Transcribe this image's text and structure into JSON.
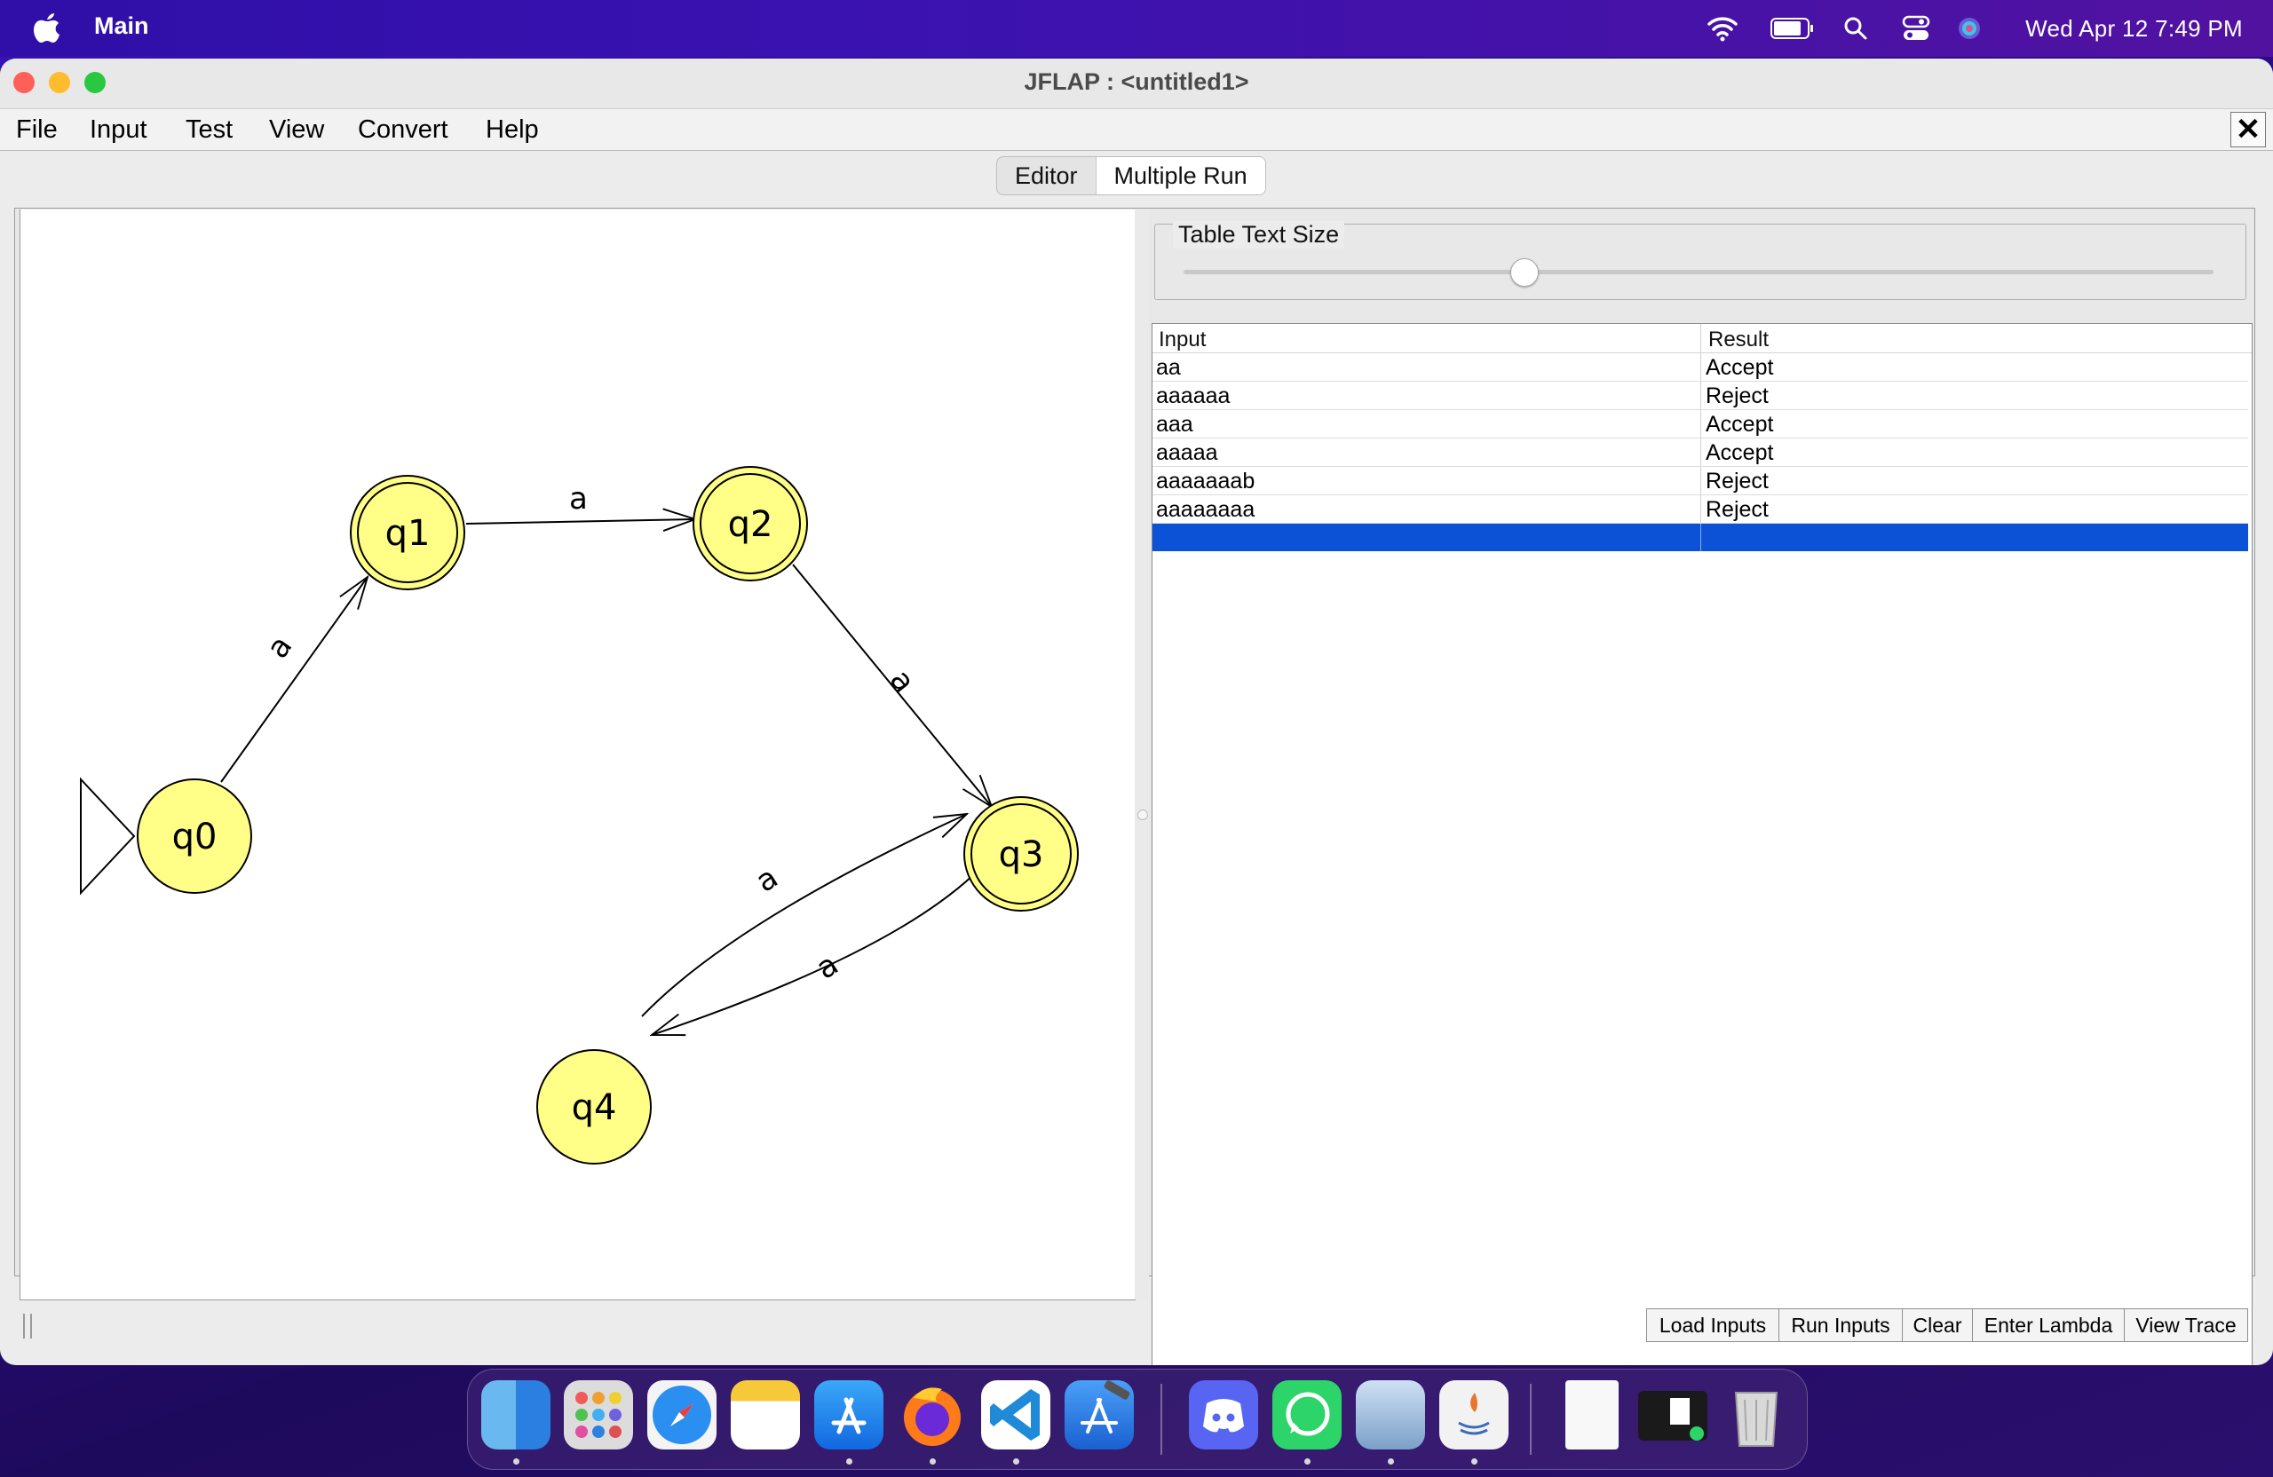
{
  "menubar": {
    "app_name": "Main",
    "clock": "Wed Apr 12  7:49 PM"
  },
  "window": {
    "title": "JFLAP : <untitled1>",
    "menu": [
      "File",
      "Input",
      "Test",
      "View",
      "Convert",
      "Help"
    ],
    "close_label": "✕"
  },
  "tabs": {
    "editor": "Editor",
    "multiple_run": "Multiple Run"
  },
  "automaton": {
    "states": [
      {
        "id": "q0",
        "label": "q0",
        "initial": true,
        "final": false
      },
      {
        "id": "q1",
        "label": "q1",
        "initial": false,
        "final": true
      },
      {
        "id": "q2",
        "label": "q2",
        "initial": false,
        "final": true
      },
      {
        "id": "q3",
        "label": "q3",
        "initial": false,
        "final": true
      },
      {
        "id": "q4",
        "label": "q4",
        "initial": false,
        "final": false
      }
    ],
    "transitions": [
      {
        "from": "q0",
        "to": "q1",
        "label": "a"
      },
      {
        "from": "q1",
        "to": "q2",
        "label": "a"
      },
      {
        "from": "q2",
        "to": "q3",
        "label": "a"
      },
      {
        "from": "q4",
        "to": "q3",
        "label": "a"
      },
      {
        "from": "q3",
        "to": "q4",
        "label": "a"
      }
    ],
    "state_fill": "#ffff88"
  },
  "multiple_run": {
    "slider_label": "Table Text Size",
    "slider_value": 0.33,
    "columns": [
      "Input",
      "Result"
    ],
    "rows": [
      [
        "aa",
        "Accept"
      ],
      [
        "aaaaaa",
        "Reject"
      ],
      [
        "aaa",
        "Accept"
      ],
      [
        "aaaaa",
        "Accept"
      ],
      [
        "aaaaaaab",
        "Reject"
      ],
      [
        "aaaaaaaa",
        "Reject"
      ]
    ],
    "selection_color": "#0c52d6"
  },
  "buttons": {
    "load_inputs": "Load Inputs",
    "run_inputs": "Run Inputs",
    "clear": "Clear",
    "enter_lambda": "Enter Lambda",
    "view_trace": "View Trace"
  },
  "dock": {
    "apps": [
      "finder-icon",
      "launchpad-icon",
      "safari-icon",
      "notes-icon",
      "app-store-icon",
      "firefox-icon",
      "vscode-icon",
      "xcode-icon",
      "discord-icon",
      "whatsapp-icon",
      "preview-icon",
      "java-icon",
      "document-icon",
      "screenshot-icon",
      "trash-icon"
    ]
  }
}
